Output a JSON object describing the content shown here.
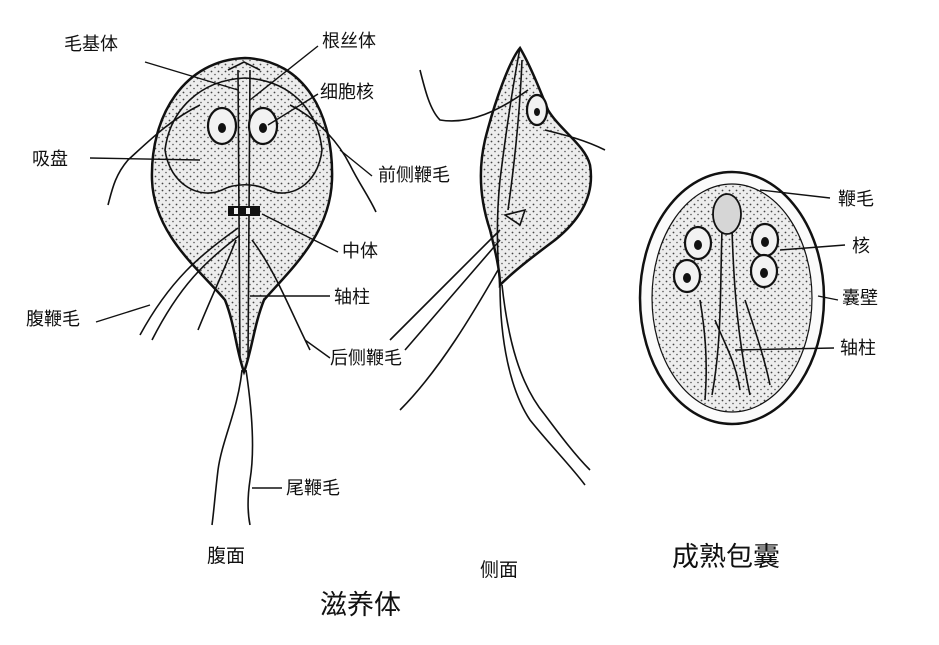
{
  "labels": {
    "basal_body": "毛基体",
    "root_filament": "根丝体",
    "nucleus": "细胞核",
    "sucker": "吸盘",
    "anterior_lateral_flagellum": "前侧鞭毛",
    "median_body": "中体",
    "ventral_flagellum": "腹鞭毛",
    "axostyle": "轴柱",
    "posterior_lateral_flagellum": "后侧鞭毛",
    "caudal_flagellum": "尾鞭毛"
  },
  "cyst_labels": {
    "flagellum": "鞭毛",
    "nucleus": "核",
    "cyst_wall": "囊壁",
    "axostyle": "轴柱"
  },
  "captions": {
    "ventral_view": "腹面",
    "side_view": "侧面",
    "mature_cyst": "成熟包囊",
    "trophozoite": "滋养体"
  }
}
